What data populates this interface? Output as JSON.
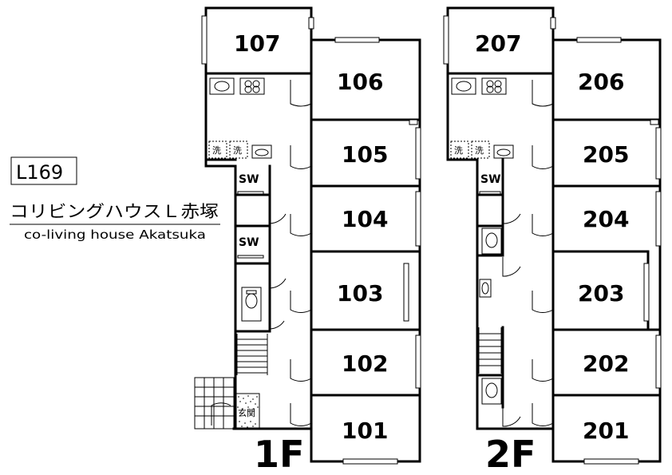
{
  "property": {
    "code": "L169",
    "name_ja": "コリビングハウスＬ赤塚",
    "name_en": "co-living house Akatsuka"
  },
  "floors": [
    {
      "label": "1F",
      "rooms": [
        "107",
        "106",
        "105",
        "104",
        "103",
        "102",
        "101"
      ],
      "shower_labels": [
        "SW",
        "SW"
      ],
      "washer_labels": [
        "洗",
        "洗"
      ],
      "entrance_label": "玄関"
    },
    {
      "label": "2F",
      "rooms": [
        "207",
        "206",
        "205",
        "204",
        "203",
        "202",
        "201"
      ],
      "shower_labels": [
        "SW"
      ],
      "washer_labels": [
        "洗",
        "洗"
      ]
    }
  ],
  "icons": [
    "sink-icon",
    "stove-icon",
    "toilet-icon",
    "stairs-icon",
    "window-icon",
    "door-swing-icon"
  ]
}
